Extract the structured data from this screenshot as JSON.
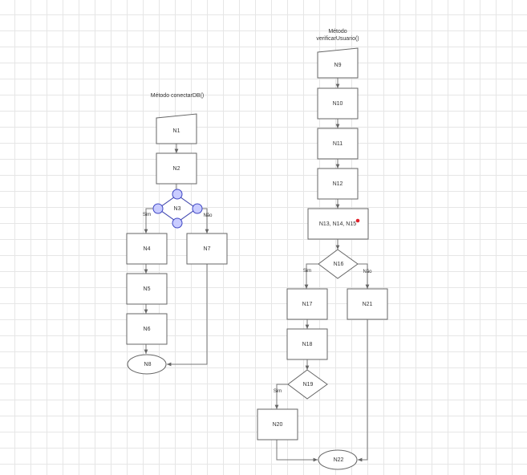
{
  "diagram": {
    "method1_title": "Método conectarDB()",
    "method2_title_line1": "Método",
    "method2_title_line2": "verificarUsuario()",
    "nodes": {
      "n1": "N1",
      "n2": "N2",
      "n3": "N3",
      "n4": "N4",
      "n5": "N5",
      "n6": "N6",
      "n7": "N7",
      "n8": "N8",
      "n9": "N9",
      "n10": "N10",
      "n11": "N11",
      "n12": "N12",
      "n13_15": "N13, N14, N15",
      "n16": "N16",
      "n17": "N17",
      "n18": "N18",
      "n19": "N19",
      "n20": "N20",
      "n21": "N21",
      "n22": "N22"
    },
    "branch_labels": {
      "n3_yes": "Sim",
      "n3_no": "Não",
      "n16_yes": "Sim",
      "n16_no": "Não",
      "n19_yes": "Sim"
    },
    "colors": {
      "grid": "#e6e6e6",
      "stroke": "#666666",
      "handle_fill": "#c9ccff",
      "handle_stroke": "#3f47c4",
      "cursor_dot": "#e0202a"
    }
  }
}
